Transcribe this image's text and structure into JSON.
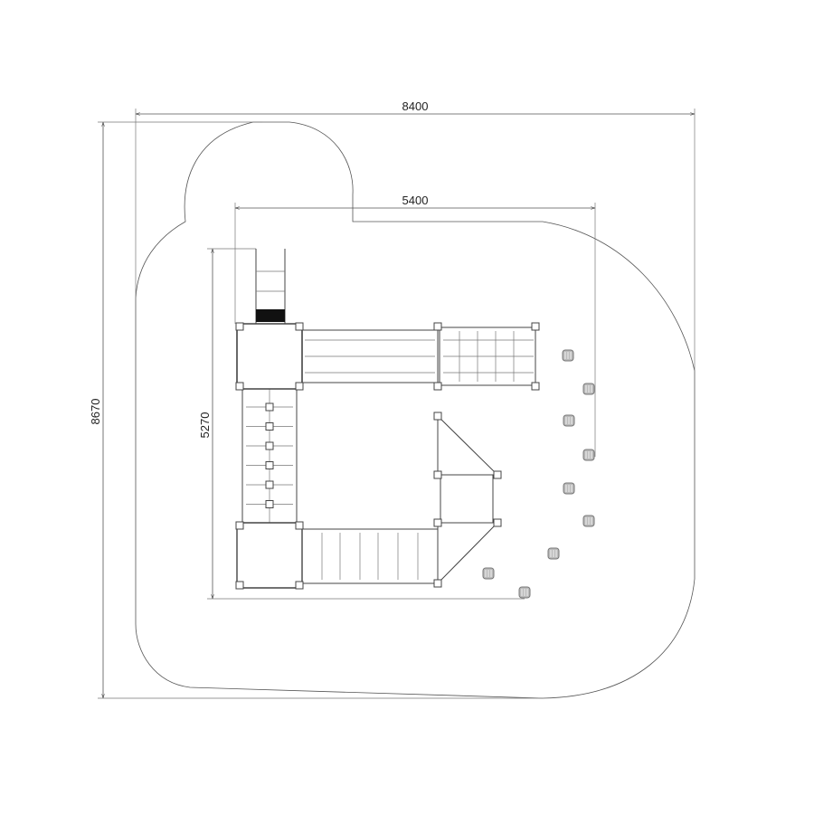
{
  "drawing": {
    "dimensions": {
      "overall_width": "8400",
      "overall_depth": "8670",
      "equipment_width": "5400",
      "equipment_depth": "5270"
    },
    "colors": {
      "line": "#555555",
      "fill": "#ffffff",
      "slide_band": "#111111"
    }
  }
}
